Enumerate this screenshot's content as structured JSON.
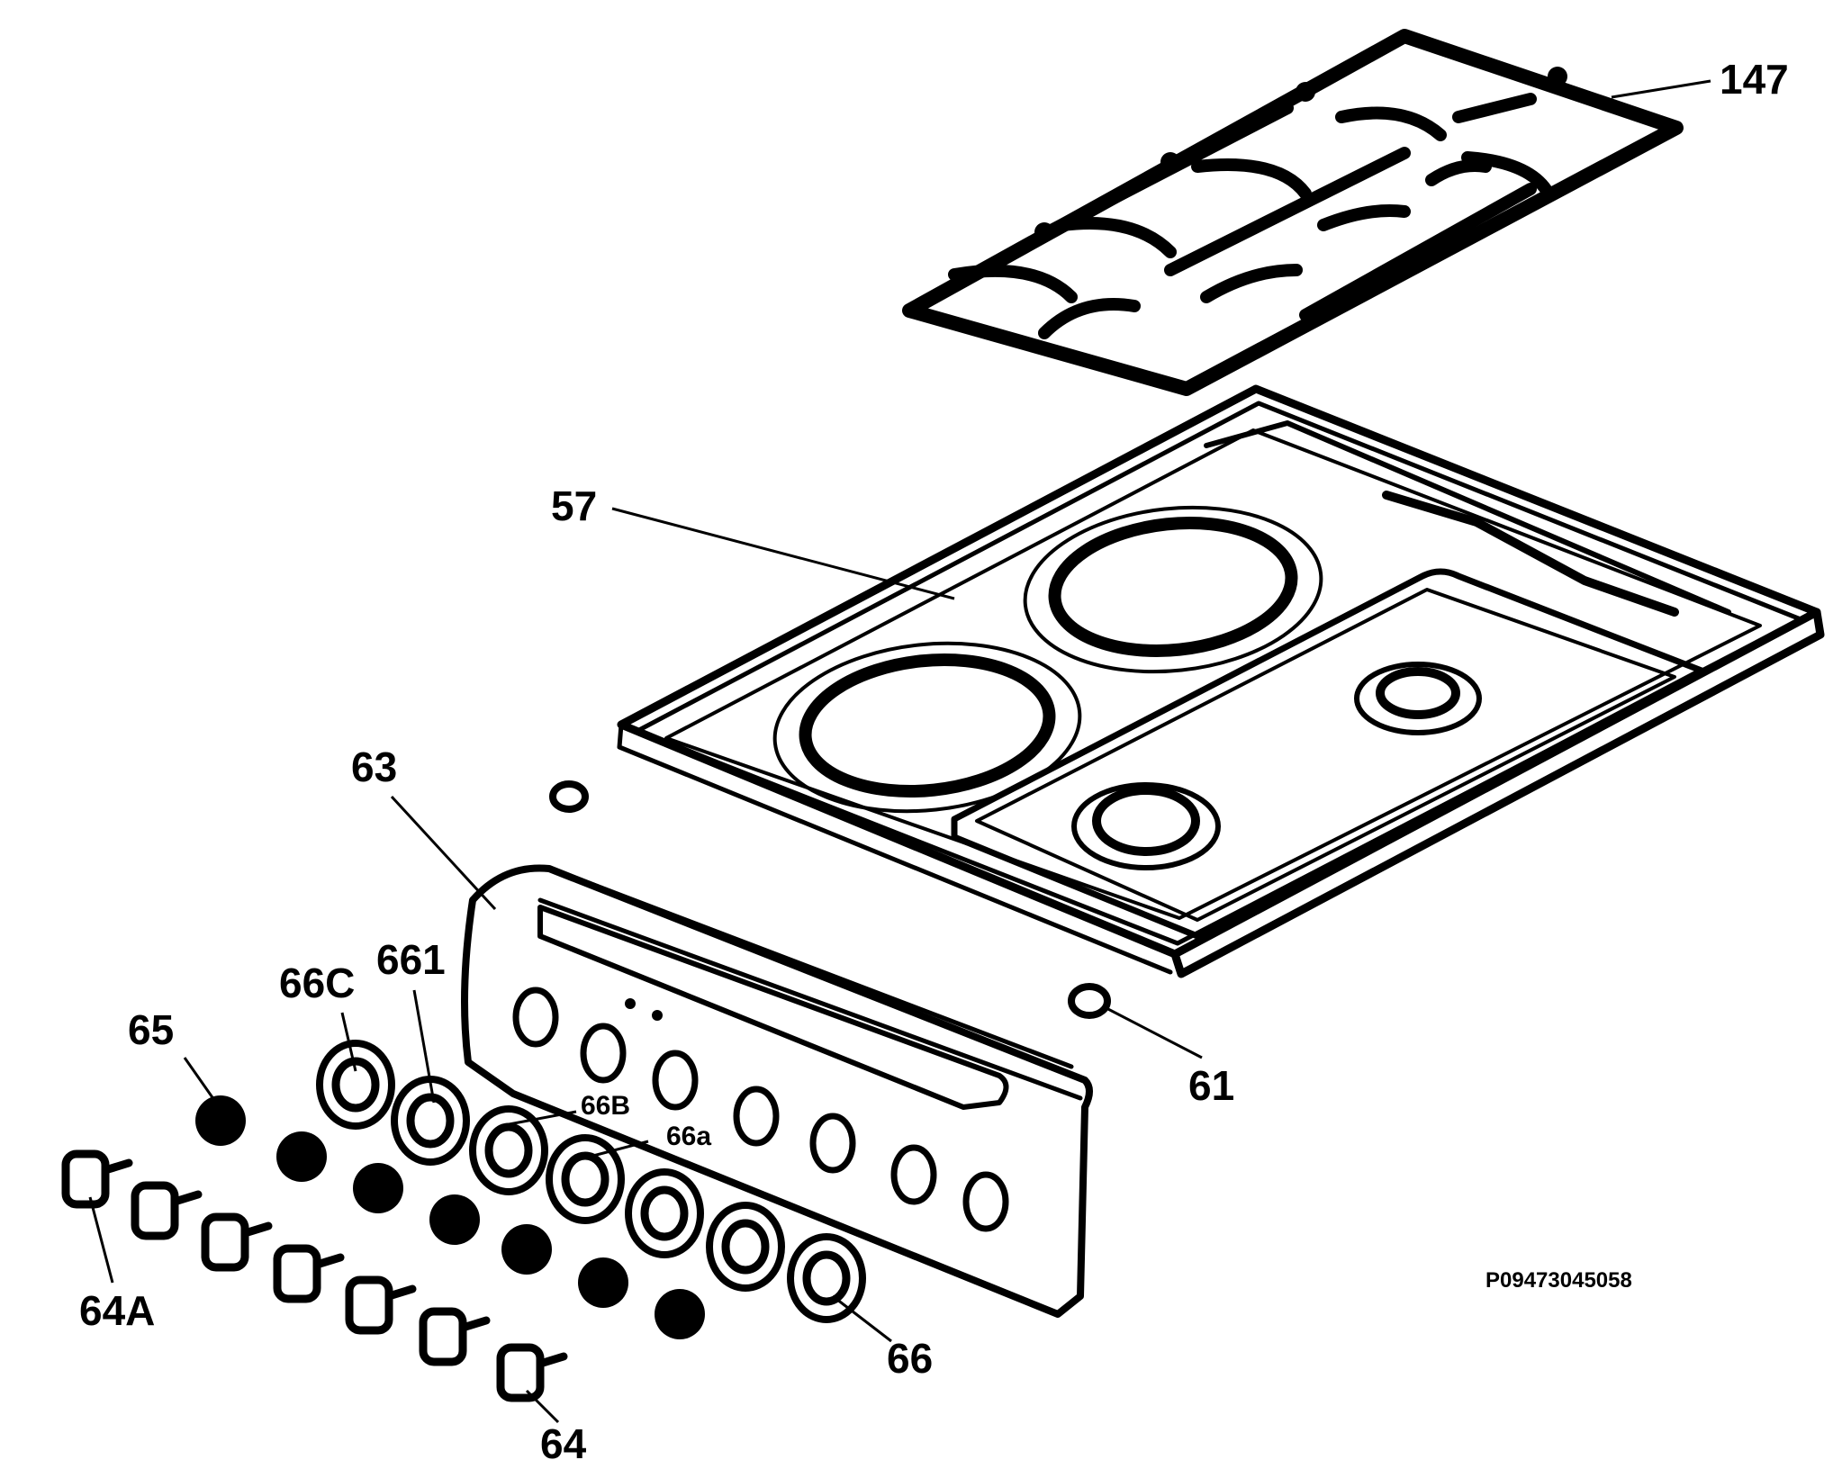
{
  "diagram": {
    "part_code": "P09473045058",
    "labels": {
      "grid": "147",
      "hob": "57",
      "panel": "63",
      "screw": "61",
      "bezel_c": "66C",
      "bezel_1": "661",
      "spindle": "65",
      "bezel_b": "66B",
      "bezel_a": "66a",
      "knob_a": "64A",
      "bezel": "66",
      "knob": "64"
    }
  }
}
